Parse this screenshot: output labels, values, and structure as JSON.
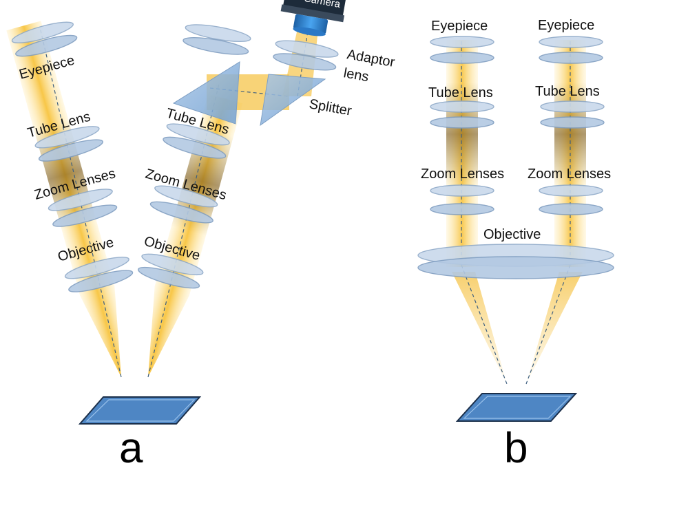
{
  "panel_a": {
    "left_path": {
      "eyepiece": "Eyepiece",
      "tube_lens": "Tube Lens",
      "zoom_lenses": "Zoom Lenses",
      "objective": "Objective"
    },
    "right_path": {
      "tube_lens": "Tube Lens",
      "zoom_lenses": "Zoom Lenses",
      "objective": "Objective",
      "splitter": "Splitter",
      "adaptor_lens_line1": "Adaptor",
      "adaptor_lens_line2": "lens",
      "camera": "Camera"
    },
    "caption": "a"
  },
  "panel_b": {
    "left_channel": {
      "eyepiece": "Eyepiece",
      "tube_lens": "Tube Lens",
      "zoom_lenses": "Zoom Lenses"
    },
    "right_channel": {
      "eyepiece": "Eyepiece",
      "tube_lens": "Tube Lens",
      "zoom_lenses": "Zoom Lenses"
    },
    "objective": "Objective",
    "caption": "b"
  },
  "colors": {
    "beam": "#f7c12e",
    "lens": "#c9d9ec",
    "specimen": "#4e86c4",
    "camera_body": "#1d2b3a",
    "camera_lens": "#2f86d8"
  }
}
